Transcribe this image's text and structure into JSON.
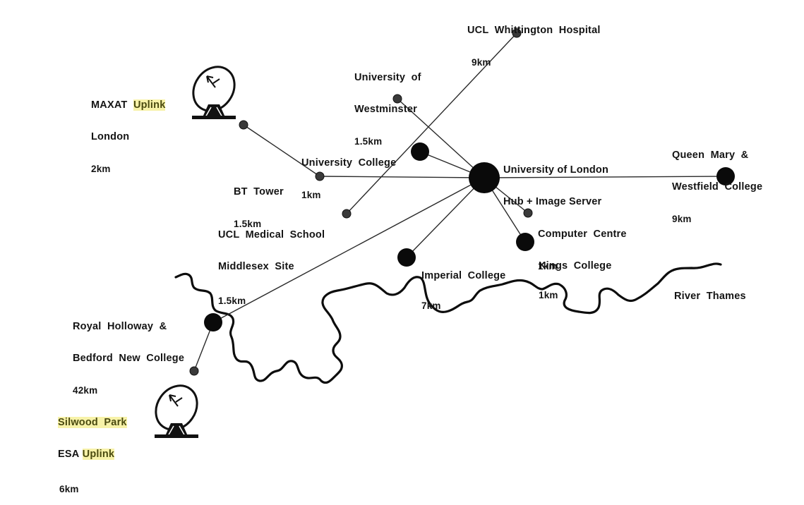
{
  "title": "University of London network diagram",
  "colors": {
    "highlight": "#f7f2a8",
    "ink": "#141414"
  },
  "hub": {
    "name": "hub-node",
    "lines": [
      "University of London",
      "Hub + Image Server"
    ]
  },
  "sites": [
    {
      "id": "ucl-whittington",
      "lines": [
        "UCL  Whittington  Hospital"
      ],
      "distance": "9km",
      "node": "small"
    },
    {
      "id": "westminster",
      "lines": [
        "University  of",
        "Westminster"
      ],
      "distance": "1.5km",
      "node": "small"
    },
    {
      "id": "maxat",
      "lines": [
        "MAXAT",
        "London"
      ],
      "highlight_word": "Uplink",
      "distance": "2km",
      "node": "small",
      "icon": "satellite-dish-icon"
    },
    {
      "id": "univ-college",
      "lines": [
        "University  College"
      ],
      "distance": "1km",
      "node": "large"
    },
    {
      "id": "bt-tower",
      "lines": [
        "BT  Tower"
      ],
      "distance": "1.5km",
      "node": "small"
    },
    {
      "id": "ucl-medical",
      "lines": [
        "UCL  Medical  School",
        "Middlesex  Site"
      ],
      "distance": "1.5km",
      "node": "small"
    },
    {
      "id": "queen-mary",
      "lines": [
        "Queen  Mary  &",
        "Westfield  College"
      ],
      "distance": "9km",
      "node": "large"
    },
    {
      "id": "computer-centre",
      "lines": [
        "Computer  Centre"
      ],
      "distance": "1km",
      "node": "small"
    },
    {
      "id": "kings",
      "lines": [
        "Kings  College"
      ],
      "distance": "1km",
      "node": "large"
    },
    {
      "id": "imperial",
      "lines": [
        "Imperial  College"
      ],
      "distance": "7km",
      "node": "large"
    },
    {
      "id": "royal-holloway",
      "lines": [
        "Royal  Holloway  &",
        "Bedford  New  College"
      ],
      "distance": "42km",
      "node": "large"
    },
    {
      "id": "silwood",
      "lines": [
        "Silwood  Park",
        "ESA"
      ],
      "highlight_word": "Uplink",
      "distance": "6km",
      "node": "small",
      "icon": "satellite-dish-icon"
    }
  ],
  "river_label": "River  Thames",
  "links": [
    [
      "ucl-whittington",
      "ucl-medical"
    ],
    [
      "westminster",
      "hub"
    ],
    [
      "maxat",
      "bt-tower"
    ],
    [
      "bt-tower",
      "hub"
    ],
    [
      "univ-college",
      "hub"
    ],
    [
      "hub",
      "queen-mary"
    ],
    [
      "hub",
      "computer-centre"
    ],
    [
      "hub",
      "kings"
    ],
    [
      "hub",
      "imperial"
    ],
    [
      "hub",
      "royal-holloway"
    ],
    [
      "royal-holloway",
      "silwood"
    ]
  ]
}
